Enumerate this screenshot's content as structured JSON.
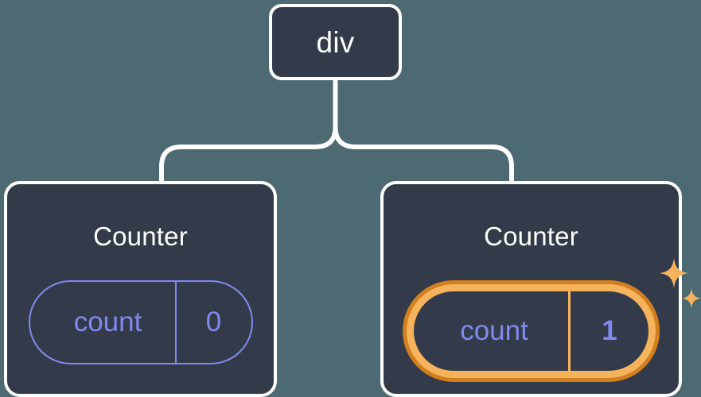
{
  "canvas": {
    "background_color": "#4d6a73",
    "node_fill_color": "#333b4a",
    "node_border_color": "#ffffff",
    "connector_color": "#ffffff",
    "state_accent_color": "#8189f0",
    "highlight_outer_color": "#d2801f",
    "highlight_inner_color": "#f5b35c"
  },
  "tree": {
    "root": {
      "label": "div"
    },
    "children": [
      {
        "label": "Counter",
        "state": {
          "key": "count",
          "value": "0"
        },
        "highlighted": false
      },
      {
        "label": "Counter",
        "state": {
          "key": "count",
          "value": "1"
        },
        "highlighted": true,
        "sparkle_icons": [
          "sparkle-large",
          "sparkle-small"
        ]
      }
    ]
  }
}
